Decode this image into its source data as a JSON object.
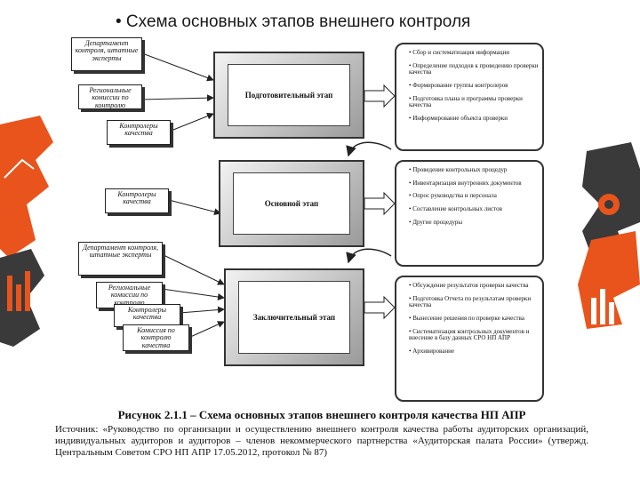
{
  "title": "• Схема основных этапов внешнего контроля",
  "left_boxes": {
    "group1": [
      "Департамент контроля, штатные эксперты",
      "Региональные комиссии по контролю",
      "Контролеры качества"
    ],
    "group2": [
      "Контролеры качества"
    ],
    "group3": [
      "Департамент контроля, штатные эксперты",
      "Региональные комиссии по контролю",
      "Контролеры качества",
      "Комиссия по контролю качества"
    ]
  },
  "stages": [
    "Подготовительный этап",
    "Основной этап",
    "Заключительный этап"
  ],
  "panels": [
    {
      "items": [
        "Сбор и систематизация информации",
        "Определение подходов к проведению проверки качества",
        "Формирование группы контролеров",
        "Подготовка плана и программы проверки качества",
        "Информирование объекта проверки"
      ]
    },
    {
      "items": [
        "Проведение контрольных процедур",
        "Инвентаризация внутренних документов",
        "Опрос руководства и персонала",
        "Составление контрольных листов",
        "Другие процедуры"
      ]
    },
    {
      "items": [
        "Обсуждение результатов проверки качества",
        "Подготовка Отчета по результатам проверки качества",
        "Вынесение решения по проверке качества",
        "Систематизация контрольных документов и внесение в базу данных СРО НП АПР",
        "Архивирование"
      ]
    }
  ],
  "caption": {
    "title": "Рисунок 2.1.1 – Схема основных этапов внешнего контроля качества НП АПР",
    "source": "Источник: «Руководство по организации и осуществлению внешнего контроля качества работы аудиторских организаций, индивидуальных аудиторов и аудиторов – членов некоммерческого партнерства «Аудиторская палата России» (утвержд. Центральным Советом СРО НП АПР 17.05.2012, протокол № 87)"
  },
  "colors": {
    "deco_orange": "#e8541c",
    "deco_dark": "#3a3a3a"
  }
}
